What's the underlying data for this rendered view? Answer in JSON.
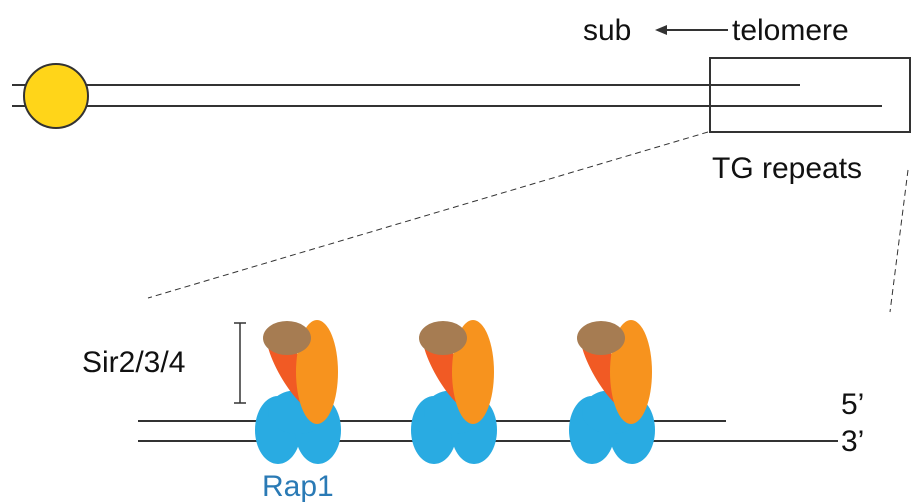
{
  "labels": {
    "sub": "sub",
    "telomere": "telomere",
    "tg_repeats": "TG repeats",
    "sir_complex": "Sir2/3/4",
    "rap1": "Rap1",
    "five_prime": "5’",
    "three_prime": "3’"
  },
  "colors": {
    "centromere": "#ffd519",
    "rap1": "#29abe2",
    "sir_brown": "#a67c52",
    "sir_orange": "#f7931e",
    "sir_red": "#f15a24",
    "rap1_text": "#2a7ab5",
    "line": "#333333"
  },
  "complexes": [
    {
      "name": "complex-1"
    },
    {
      "name": "complex-2"
    },
    {
      "name": "complex-3"
    }
  ]
}
